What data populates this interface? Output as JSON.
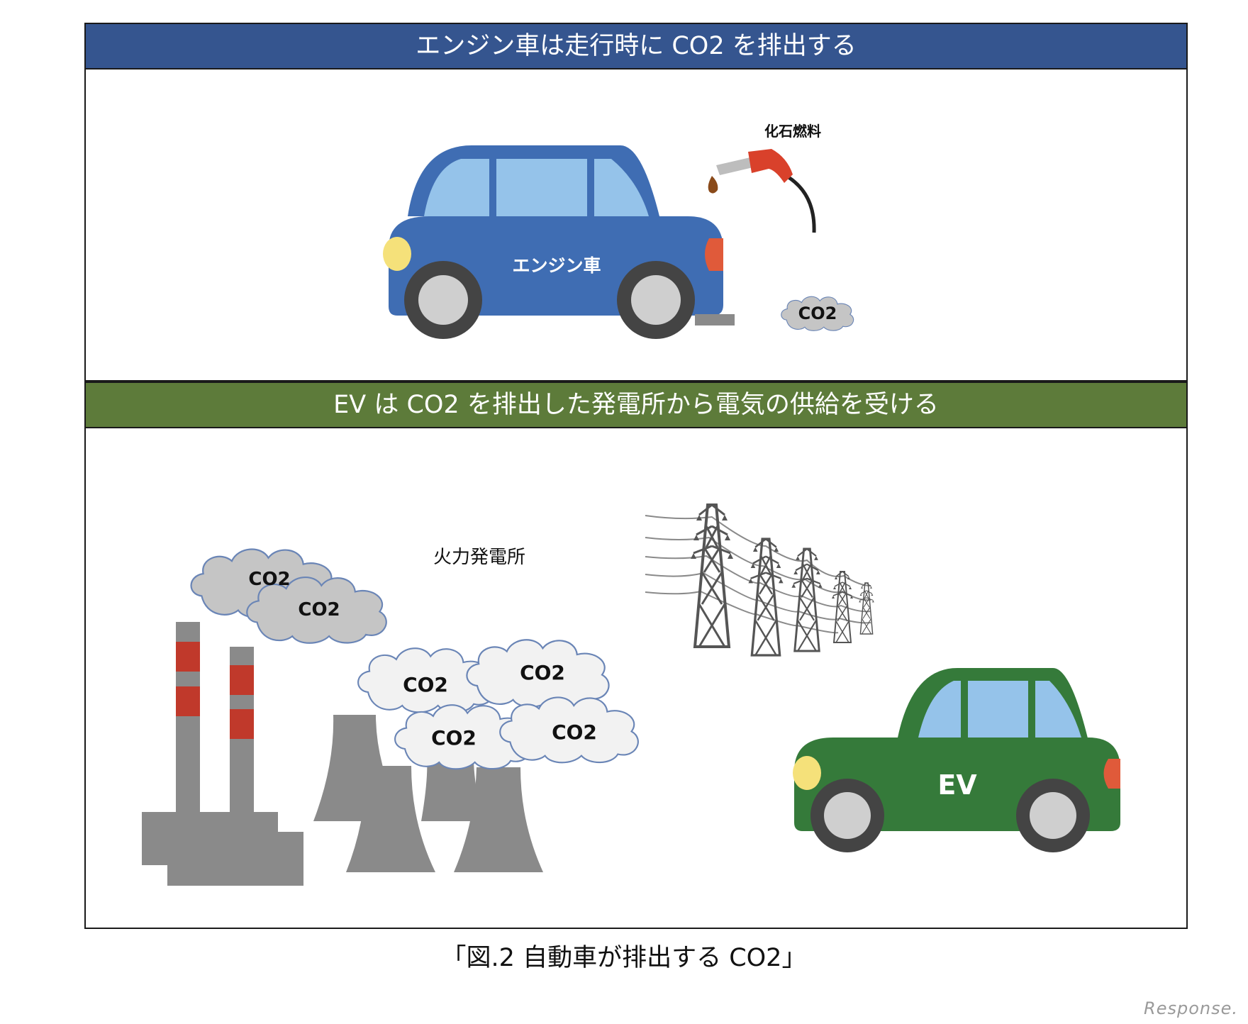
{
  "top_panel": {
    "banner": "エンジン車は走行時に CO2 を排出する",
    "fuel_label": "化石燃料",
    "car_label": "エンジン車",
    "exhaust_label": "CO2"
  },
  "bottom_panel": {
    "banner": "EV は CO2 を排出した発電所から電気の供給を受ける",
    "plant_label": "火力発電所",
    "smoke_labels": [
      "CO2",
      "CO2"
    ],
    "steam_labels": [
      "CO2",
      "CO2",
      "CO2",
      "CO2"
    ],
    "ev_label": "EV"
  },
  "caption": "「図.2  自動車が排出する CO2」",
  "watermark": "Response.",
  "colors": {
    "top_banner": "#35558f",
    "bottom_banner": "#5d7b3a",
    "engine_car": "#3f6db3",
    "ev_car": "#357a3a",
    "window": "#95c3ea",
    "smoke": "#c5c5c5",
    "steam": "#f2f2f2",
    "plant": "#8a8a8a",
    "stack_band": "#c0392b"
  }
}
